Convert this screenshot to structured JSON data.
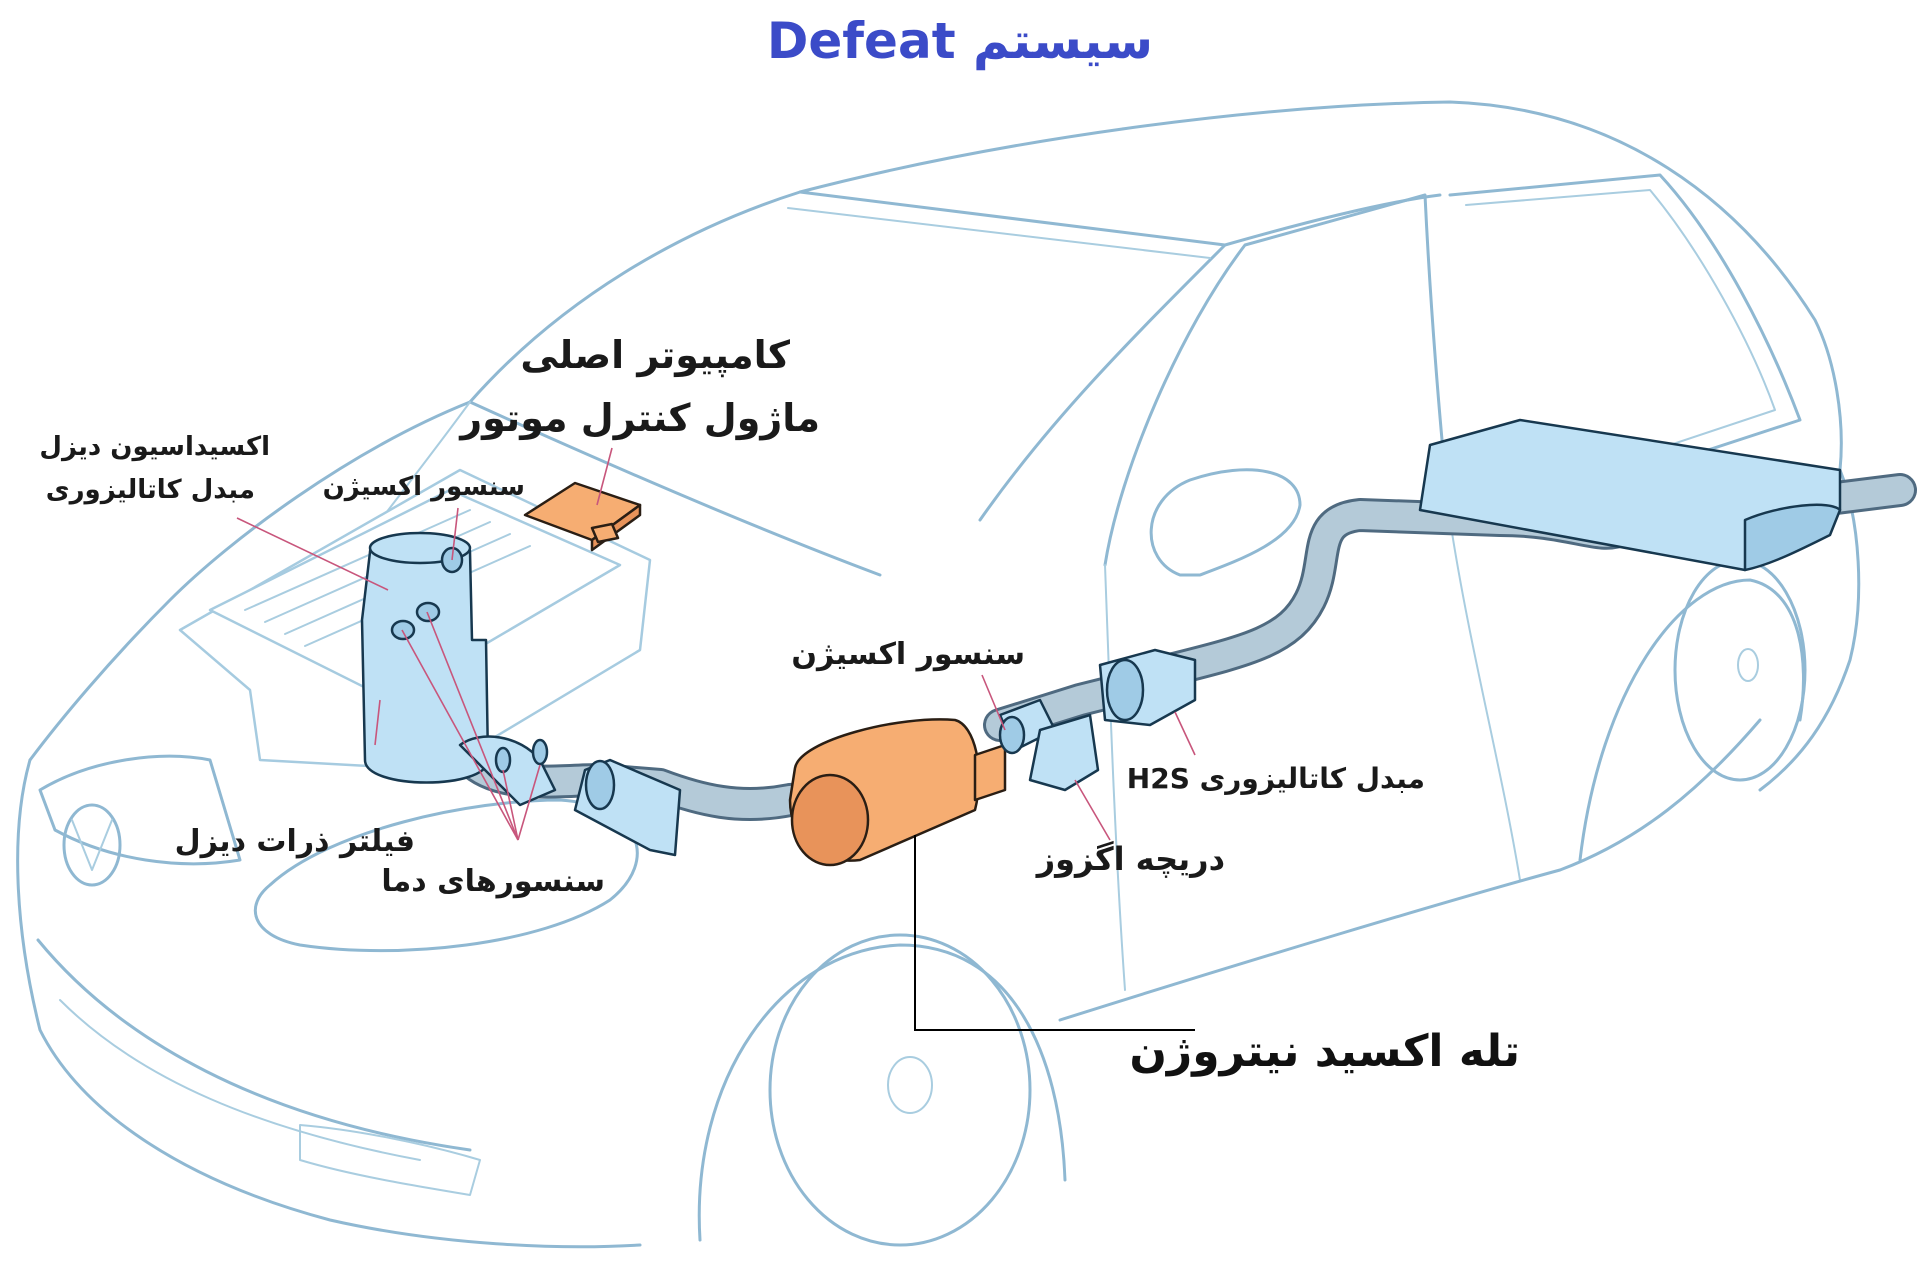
{
  "title": "سیستم Defeat",
  "colors": {
    "title": "#3b4bc8",
    "car_outline": "#8fb8d2",
    "blue_component": "#bfe1f5",
    "orange_component": "#f6ad72",
    "pipe": "#b4cad8",
    "leader_line": "#c8567c"
  },
  "labels": {
    "ecu_line1": "کامپیوتر اصلی",
    "ecu_line2": "ماژول کنترل موتور",
    "doc_line1": "اکسیداسیون دیزل",
    "doc_line2": "مبدل کاتالیزوری",
    "oxygen_sensor_front": "سنسور اکسیژن",
    "dpf": "فیلتر ذرات دیزل",
    "temp_sensors": "سنسورهای دما",
    "oxygen_sensor_mid": "سنسور اکسیژن",
    "h2s_converter": "مبدل کاتالیزوری H2S",
    "exhaust_flap": "دریچه اگزوز",
    "nox_trap": "تله اکسید نیتروژن"
  },
  "icons": {
    "vehicle": "hatchback-car-outline",
    "brand": "car-badge-icon"
  }
}
